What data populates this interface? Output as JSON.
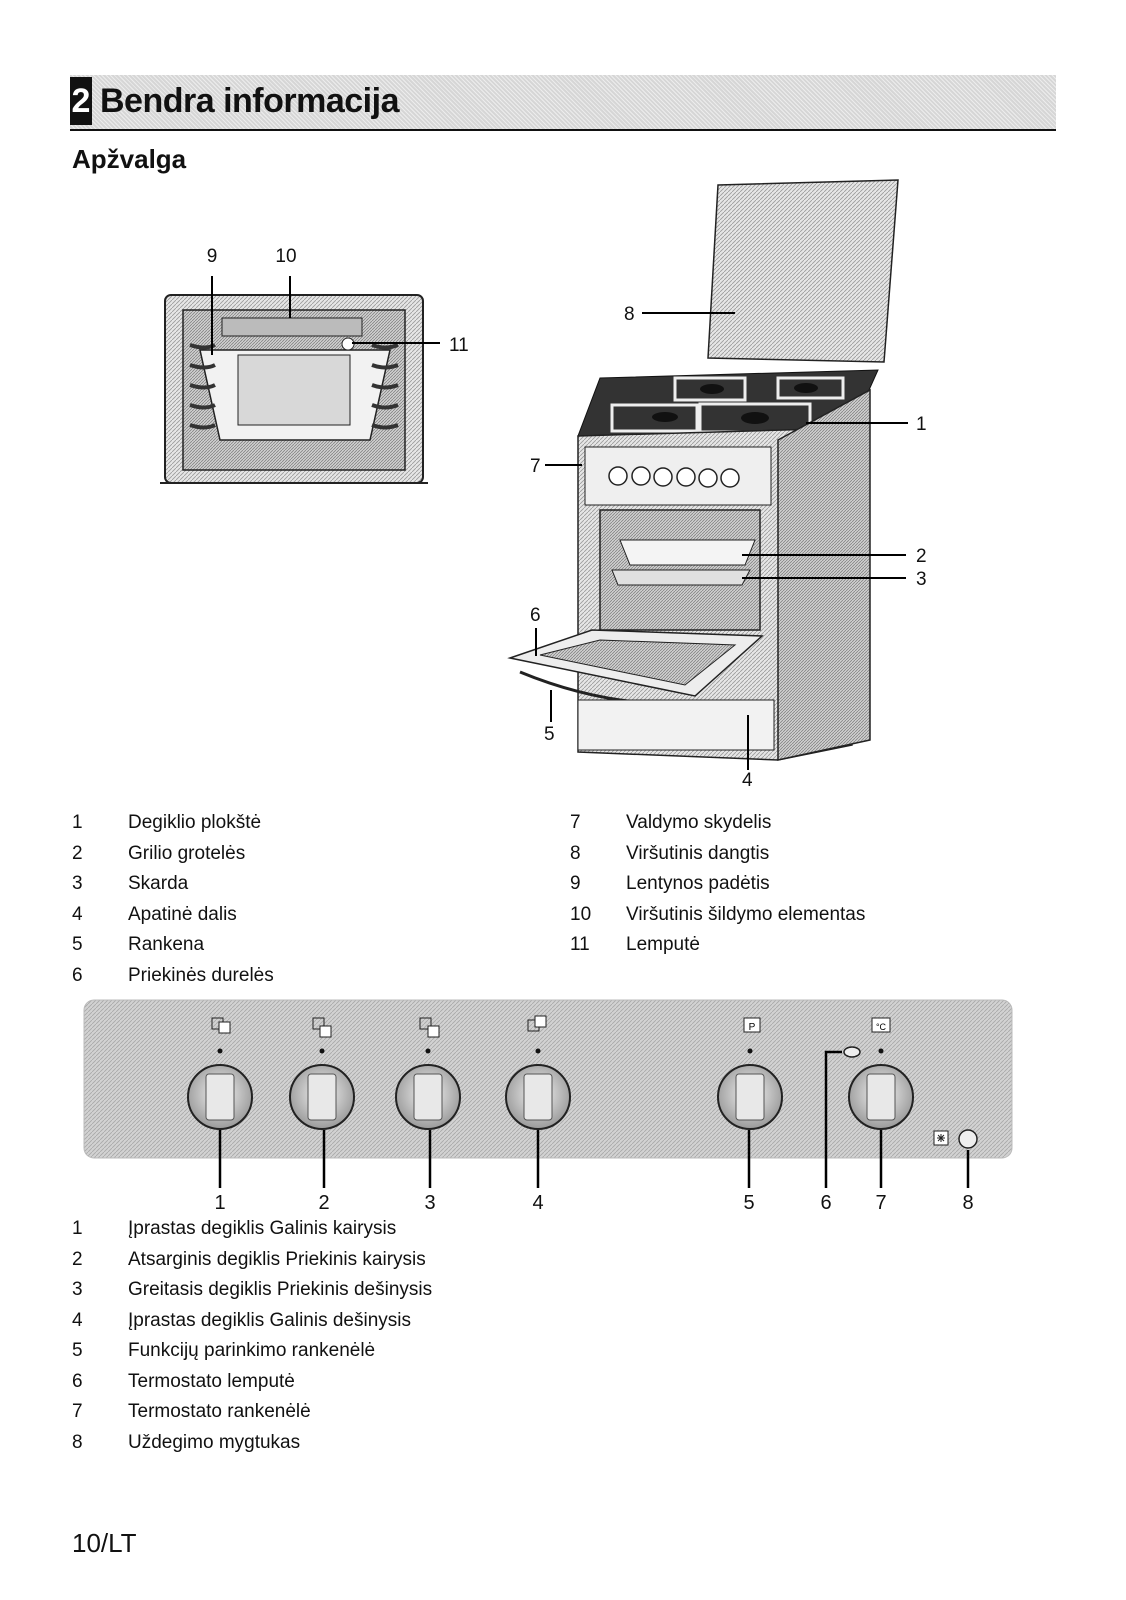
{
  "chapter": {
    "number": "2",
    "title": "Bendra informacija"
  },
  "section_title": "Apžvalga",
  "oven_diagram_callouts": [
    "1",
    "2",
    "3",
    "4",
    "5",
    "6",
    "7",
    "8",
    "9",
    "10",
    "11"
  ],
  "parts_legend_left": [
    {
      "num": "1",
      "label": "Degiklio plokštė"
    },
    {
      "num": "2",
      "label": "Grilio grotelės"
    },
    {
      "num": "3",
      "label": "Skarda"
    },
    {
      "num": "4",
      "label": "Apatinė dalis"
    },
    {
      "num": "5",
      "label": "Rankena"
    },
    {
      "num": "6",
      "label": "Priekinės durelės"
    }
  ],
  "parts_legend_right": [
    {
      "num": "7",
      "label": "Valdymo skydelis"
    },
    {
      "num": "8",
      "label": "Viršutinis dangtis"
    },
    {
      "num": "9",
      "label": "Lentynos padėtis"
    },
    {
      "num": "10",
      "label": "Viršutinis šildymo elementas"
    },
    {
      "num": "11",
      "label": "Lemputė"
    }
  ],
  "panel_callouts": [
    "1",
    "2",
    "3",
    "4",
    "5",
    "6",
    "7",
    "8"
  ],
  "panel_symbols": {
    "function_knob": "P",
    "thermostat_knob": "°C",
    "ignition_icon": "spark-icon"
  },
  "controls_legend": [
    {
      "num": "1",
      "label": "Įprastas degiklis Galinis kairysis"
    },
    {
      "num": "2",
      "label": "Atsarginis degiklis Priekinis kairysis"
    },
    {
      "num": "3",
      "label": "Greitasis degiklis Priekinis dešinysis"
    },
    {
      "num": "4",
      "label": "Įprastas degiklis Galinis dešinysis"
    },
    {
      "num": "5",
      "label": "Funkcijų parinkimo rankenėlė"
    },
    {
      "num": "6",
      "label": "Termostato lemputė"
    },
    {
      "num": "7",
      "label": "Termostato rankenėlė"
    },
    {
      "num": "8",
      "label": "Uždegimo mygtukas"
    }
  ],
  "footer": "10/LT"
}
